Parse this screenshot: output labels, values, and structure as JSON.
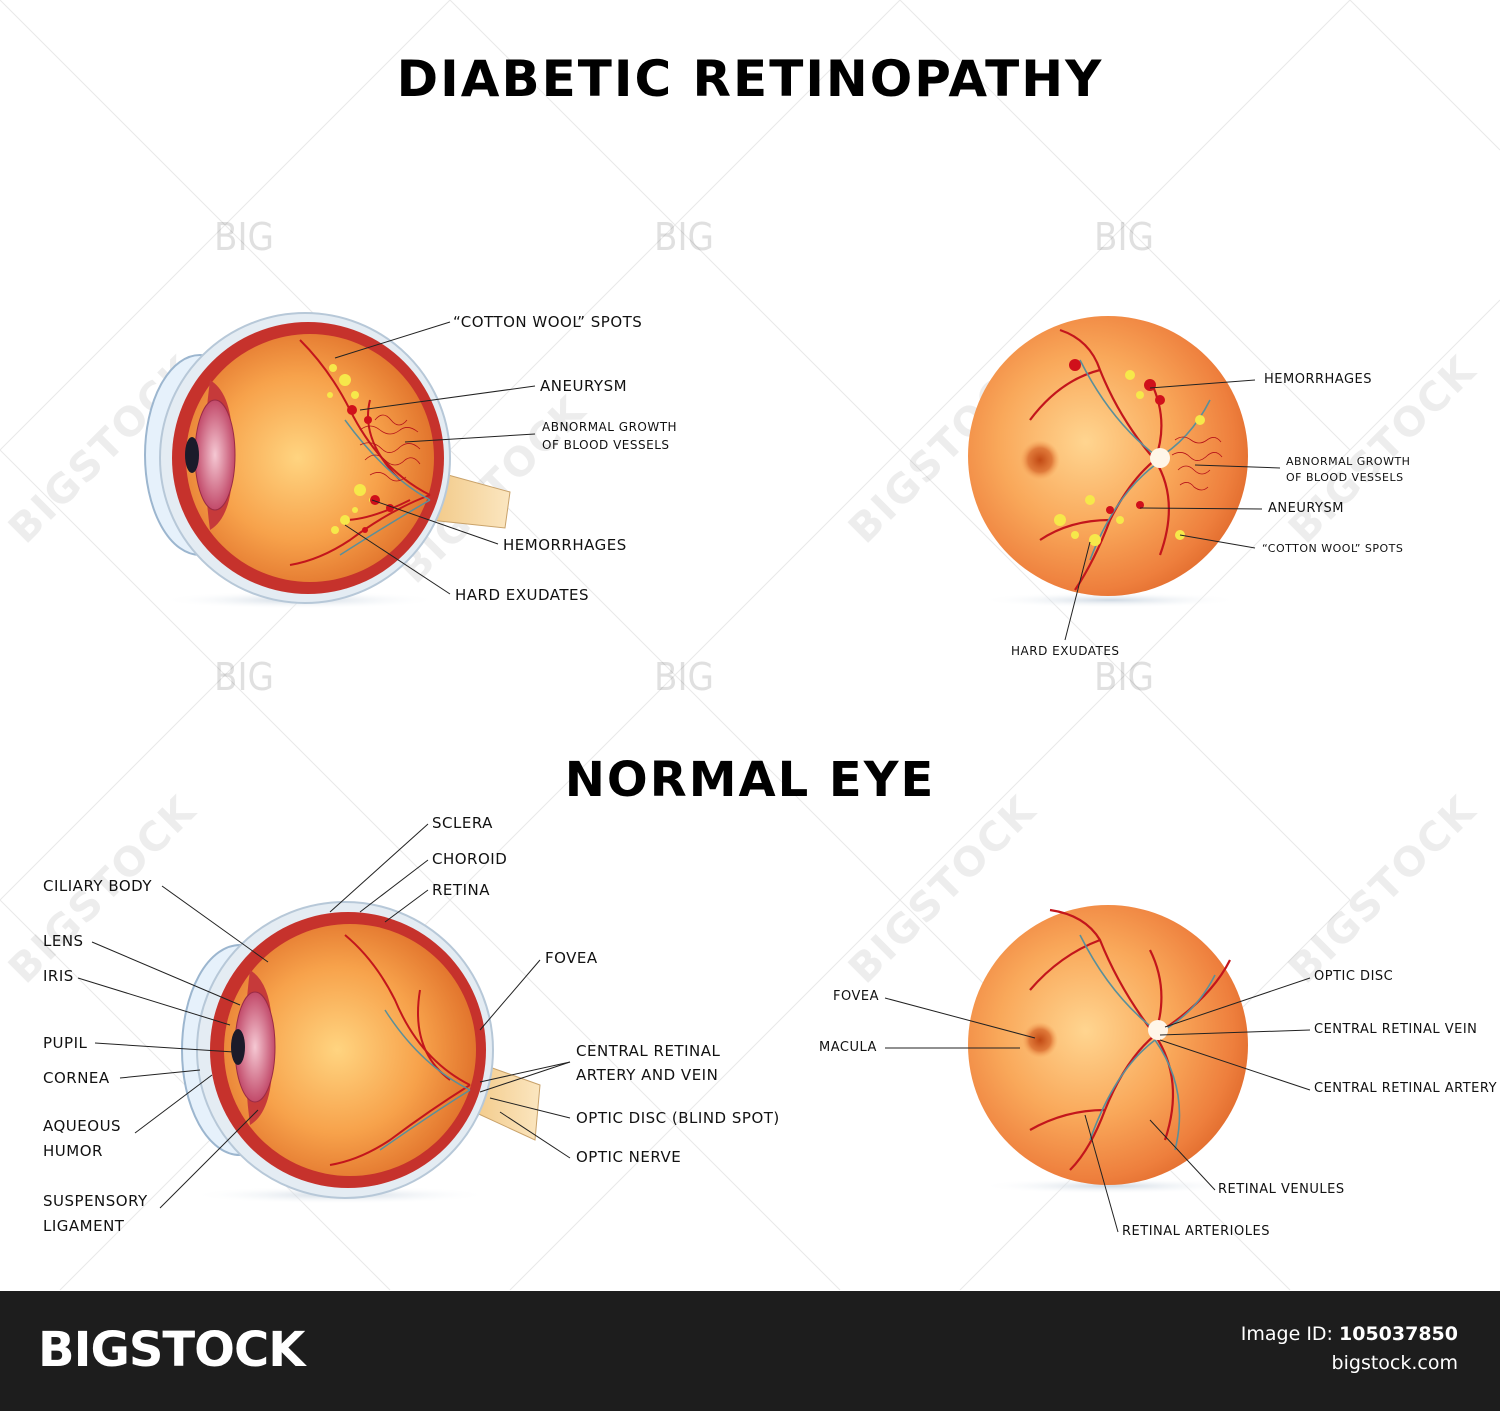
{
  "titles": {
    "diabetic": "DIABETIC RETINOPATHY",
    "normal": "NORMAL EYE"
  },
  "diabetic_cross_section": {
    "labels": [
      "“COTTON WOOL” SPOTS",
      "ANEURYSM",
      "ABNORMAL GROWTH\nOF BLOOD VESSELS",
      "HEMORRHAGES",
      "HARD EXUDATES"
    ]
  },
  "diabetic_fundus": {
    "labels": [
      "HEMORRHAGES",
      "ABNORMAL GROWTH\nOF BLOOD VESSELS",
      "ANEURYSM",
      "“COTTON WOOL” SPOTS",
      "HARD EXUDATES"
    ]
  },
  "normal_cross_section": {
    "labels": [
      "SCLERA",
      "CHOROID",
      "RETINA",
      "CILIARY BODY",
      "LENS",
      "IRIS",
      "FOVEA",
      "PUPIL",
      "CORNEA",
      "CENTRAL RETINAL\nARTERY AND VEIN",
      "AQUEOUS\nHUMOR",
      "OPTIC DISC (BLIND SPOT)",
      "OPTIC NERVE",
      "SUSPENSORY\nLIGAMENT"
    ]
  },
  "normal_fundus": {
    "labels": [
      "OPTIC DISC",
      "FOVEA",
      "CENTRAL RETINAL VEIN",
      "MACULA",
      "CENTRAL RETINAL ARTERY",
      "RETINAL VENULES",
      "RETINAL ARTERIOLES"
    ]
  },
  "watermarks": {
    "big": "BIG",
    "bigstock": "BIGSTOCK"
  },
  "footer": {
    "brand": "BIGSTOCK",
    "image_id_label": "Image ID:",
    "image_id": "105037850",
    "site": "bigstock.com"
  },
  "colors": {
    "retina_orange": "#f28a3a",
    "blood_red": "#c0141b",
    "exudate_yellow": "#f6e84a",
    "vein_teal": "#5a8f9a",
    "footer_bg": "#1d1d1d"
  }
}
